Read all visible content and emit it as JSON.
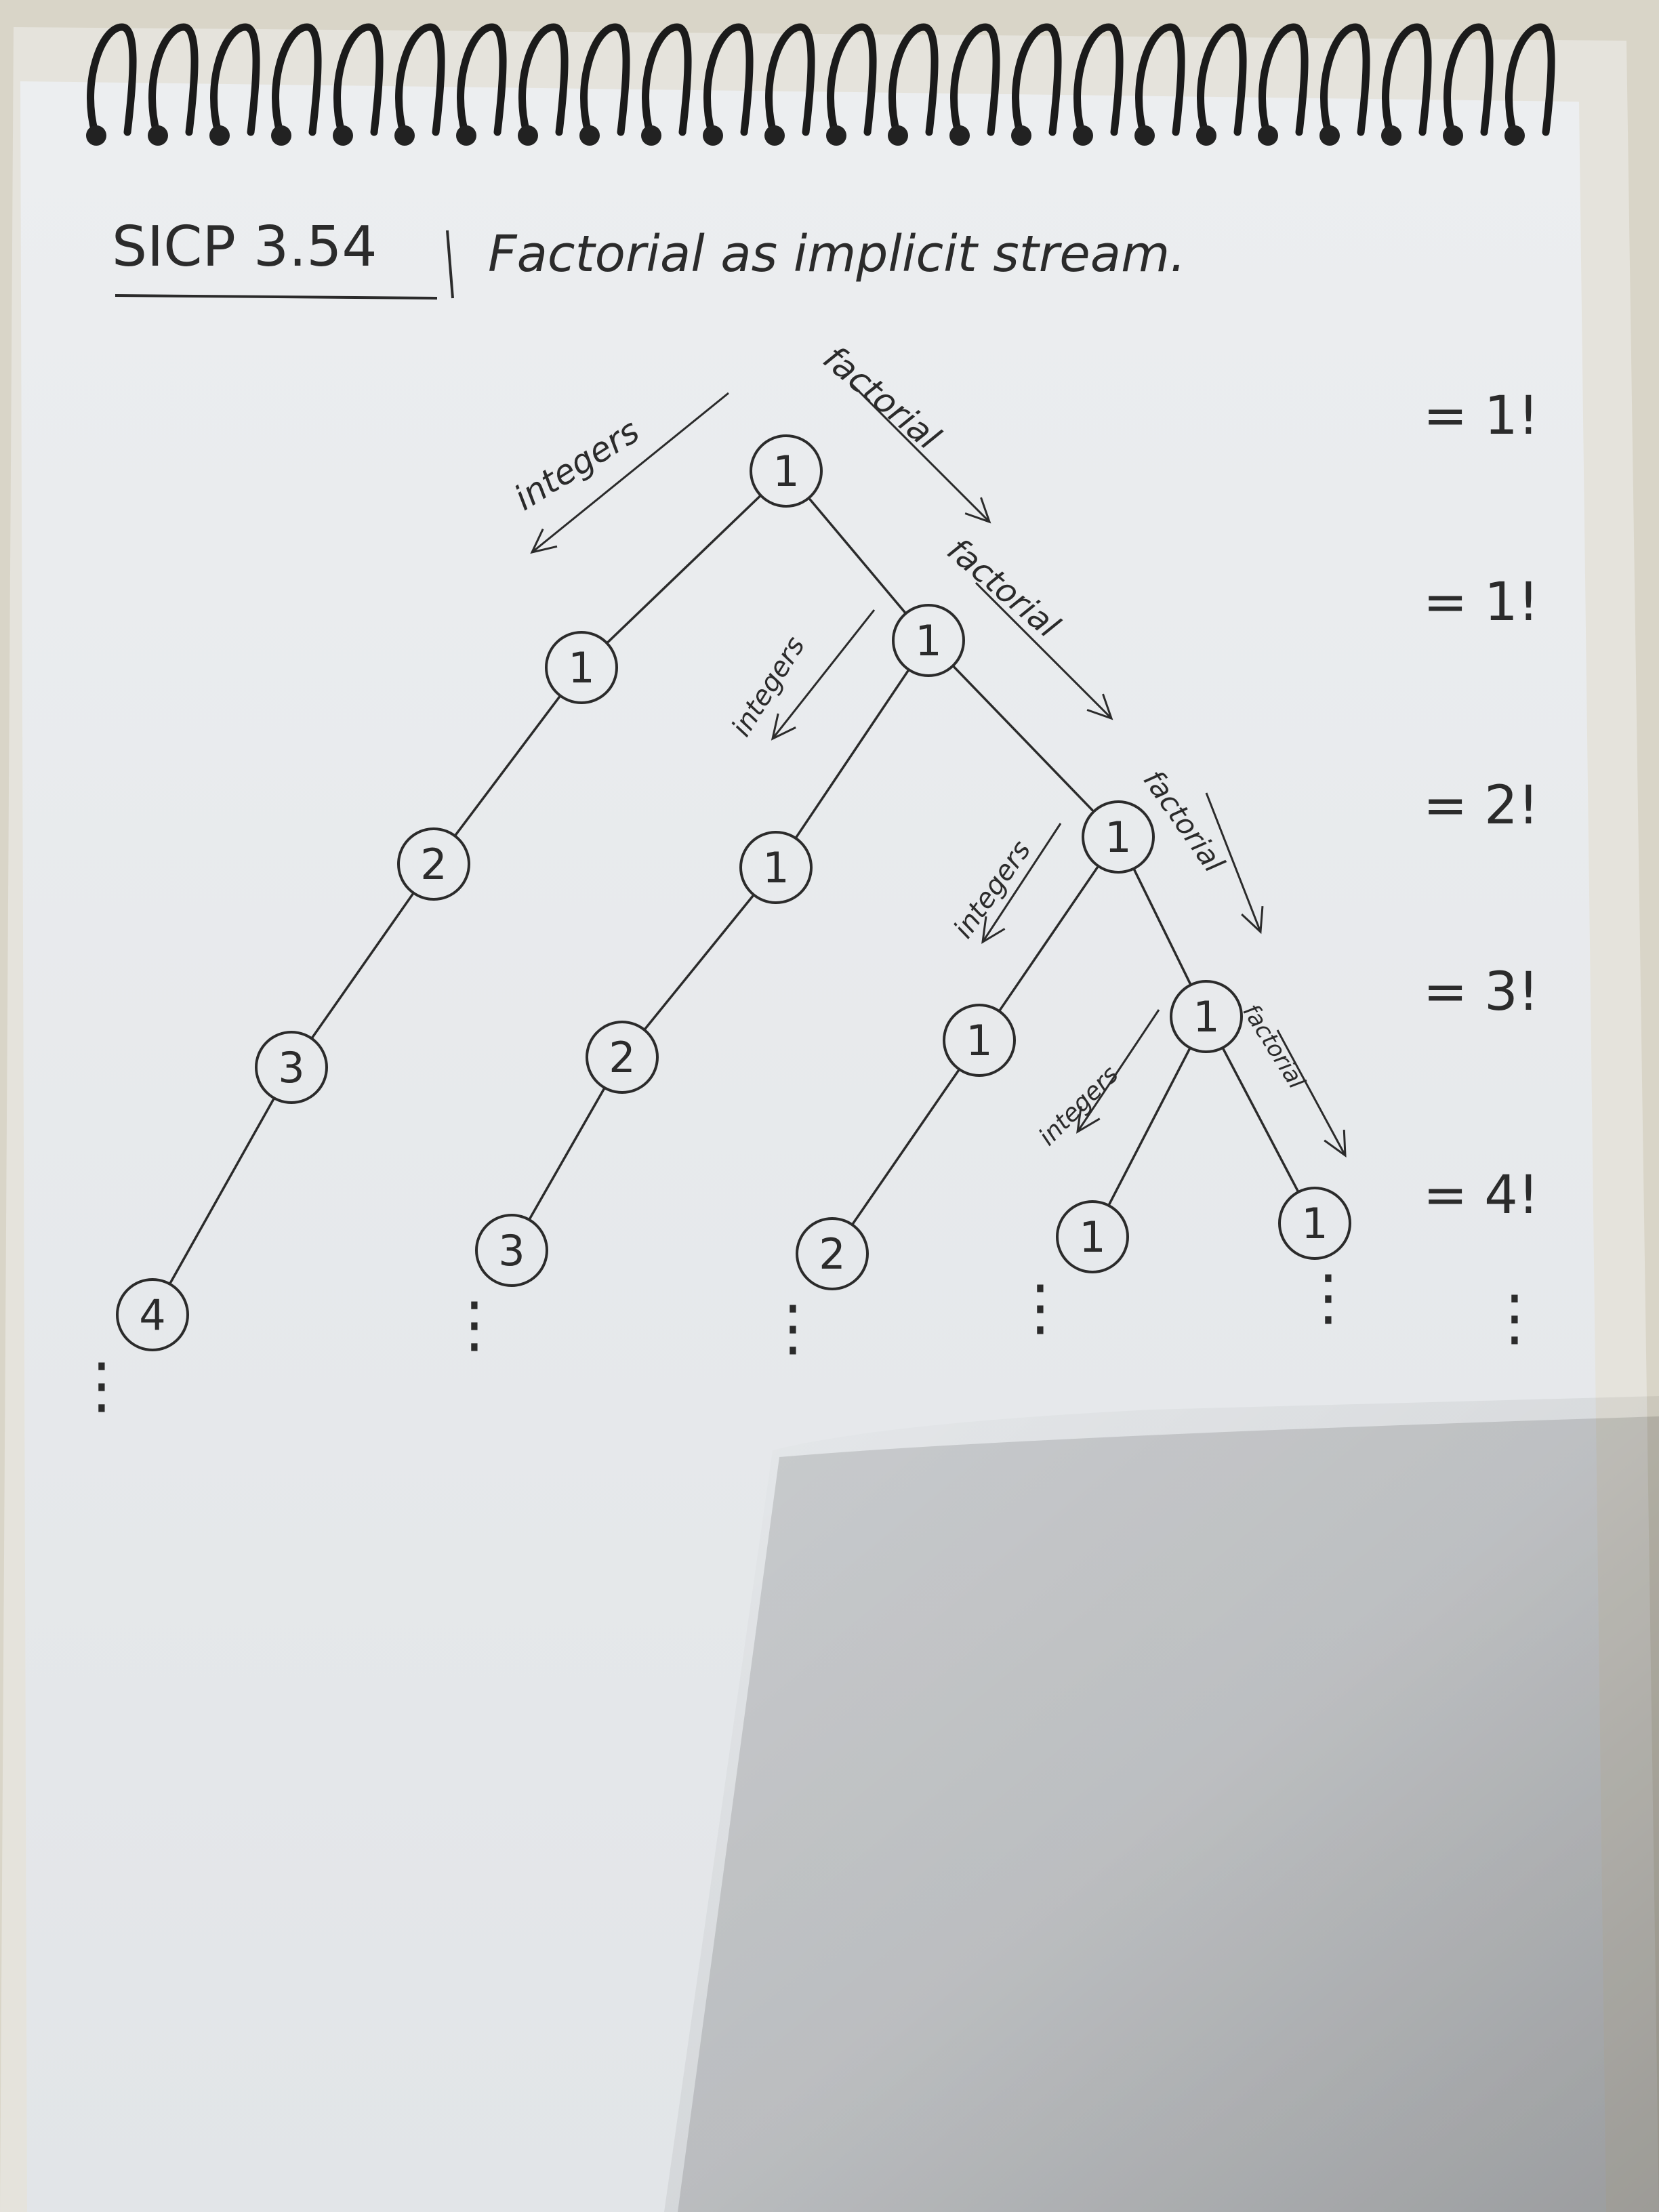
{
  "title": {
    "code": "SICP 3.54",
    "text": "Factorial as implicit stream."
  },
  "edge_labels": [
    {
      "id": "l1",
      "text": "integers"
    },
    {
      "id": "l2",
      "text": "factorial"
    },
    {
      "id": "l3",
      "text": "integers"
    },
    {
      "id": "l4",
      "text": "factorial"
    },
    {
      "id": "l5",
      "text": "integers"
    },
    {
      "id": "l6",
      "text": "factorial"
    },
    {
      "id": "l7",
      "text": "integers"
    },
    {
      "id": "l8",
      "text": "factorial"
    }
  ],
  "rows": [
    {
      "values": [
        "1"
      ],
      "result": "= 1!"
    },
    {
      "values": [
        "1",
        "1"
      ],
      "result": "= 1!"
    },
    {
      "values": [
        "2",
        "1",
        "1"
      ],
      "result": "= 2!"
    },
    {
      "values": [
        "3",
        "2",
        "1",
        "1"
      ],
      "result": "= 3!"
    },
    {
      "values": [
        "4",
        "3",
        "2",
        "1",
        "1"
      ],
      "result": "= 4!"
    }
  ],
  "operator": "*",
  "ellipsis": "⋮"
}
